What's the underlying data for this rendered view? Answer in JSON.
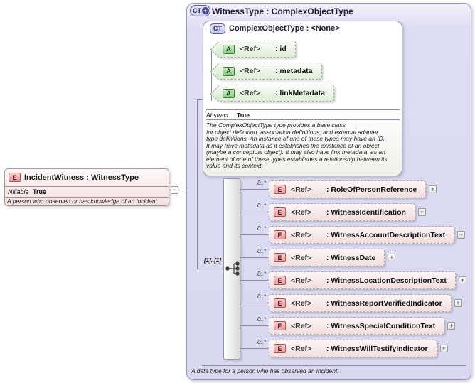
{
  "colors": {
    "type_box_lavender": "#d8d8f0",
    "attribute_green": "#8cc98a",
    "element_pink": "#f0a8a8",
    "connector_gray": "#8a8a9a"
  },
  "icons": {
    "global_complex_type_label": "CT",
    "global_complex_type_plus": "+",
    "complex_type_label": "CT",
    "attribute_letter": "A",
    "element_letter": "E",
    "expand_glyph": "+",
    "collapse_glyph": "−"
  },
  "left_element": {
    "title": "IncidentWitness : WitnessType",
    "nillable_label": "Nillable",
    "nillable_value": "True",
    "description": "A person who observed or has knowledge of an incident."
  },
  "type_box": {
    "title": "WitnessType : ComplexObjectType",
    "annotation": "A data type for a person who has observed an incident.",
    "base_type": {
      "title": "ComplexObjectType : <None>",
      "attributes": [
        {
          "ref": "<Ref>",
          "name": ": id"
        },
        {
          "ref": "<Ref>",
          "name": ": metadata"
        },
        {
          "ref": "<Ref>",
          "name": ": linkMetadata"
        }
      ],
      "abstract_label": "Abstract",
      "abstract_value": "True",
      "description": "The ComplexObjectType type provides a base class\nfor object definition, association definitions, and external adapter\ntype definitions. An instance of one of these types may have an ID.\nIt may have metadata as it establishes the existence of an object\n(maybe a conceptual object). It may also have link metadata, as an\nelement of one of these types establishes a relationship between its\nvalue and its context."
    },
    "sequence_cardinality": "[1]..[1]",
    "elements": [
      {
        "cardinality": "0..*",
        "ref": "<Ref>",
        "name": ": RoleOfPersonReference"
      },
      {
        "cardinality": "0..*",
        "ref": "<Ref>",
        "name": ": WitnessIdentification"
      },
      {
        "cardinality": "0..*",
        "ref": "<Ref>",
        "name": ": WitnessAccountDescriptionText"
      },
      {
        "cardinality": "0..*",
        "ref": "<Ref>",
        "name": ": WitnessDate"
      },
      {
        "cardinality": "0..*",
        "ref": "<Ref>",
        "name": ": WitnessLocationDescriptionText"
      },
      {
        "cardinality": "0..*",
        "ref": "<Ref>",
        "name": ": WitnessReportVerifiedIndicator"
      },
      {
        "cardinality": "0..*",
        "ref": "<Ref>",
        "name": ": WitnessSpecialConditionText"
      },
      {
        "cardinality": "0..*",
        "ref": "<Ref>",
        "name": ": WitnessWillTestifyIndicator"
      }
    ]
  }
}
